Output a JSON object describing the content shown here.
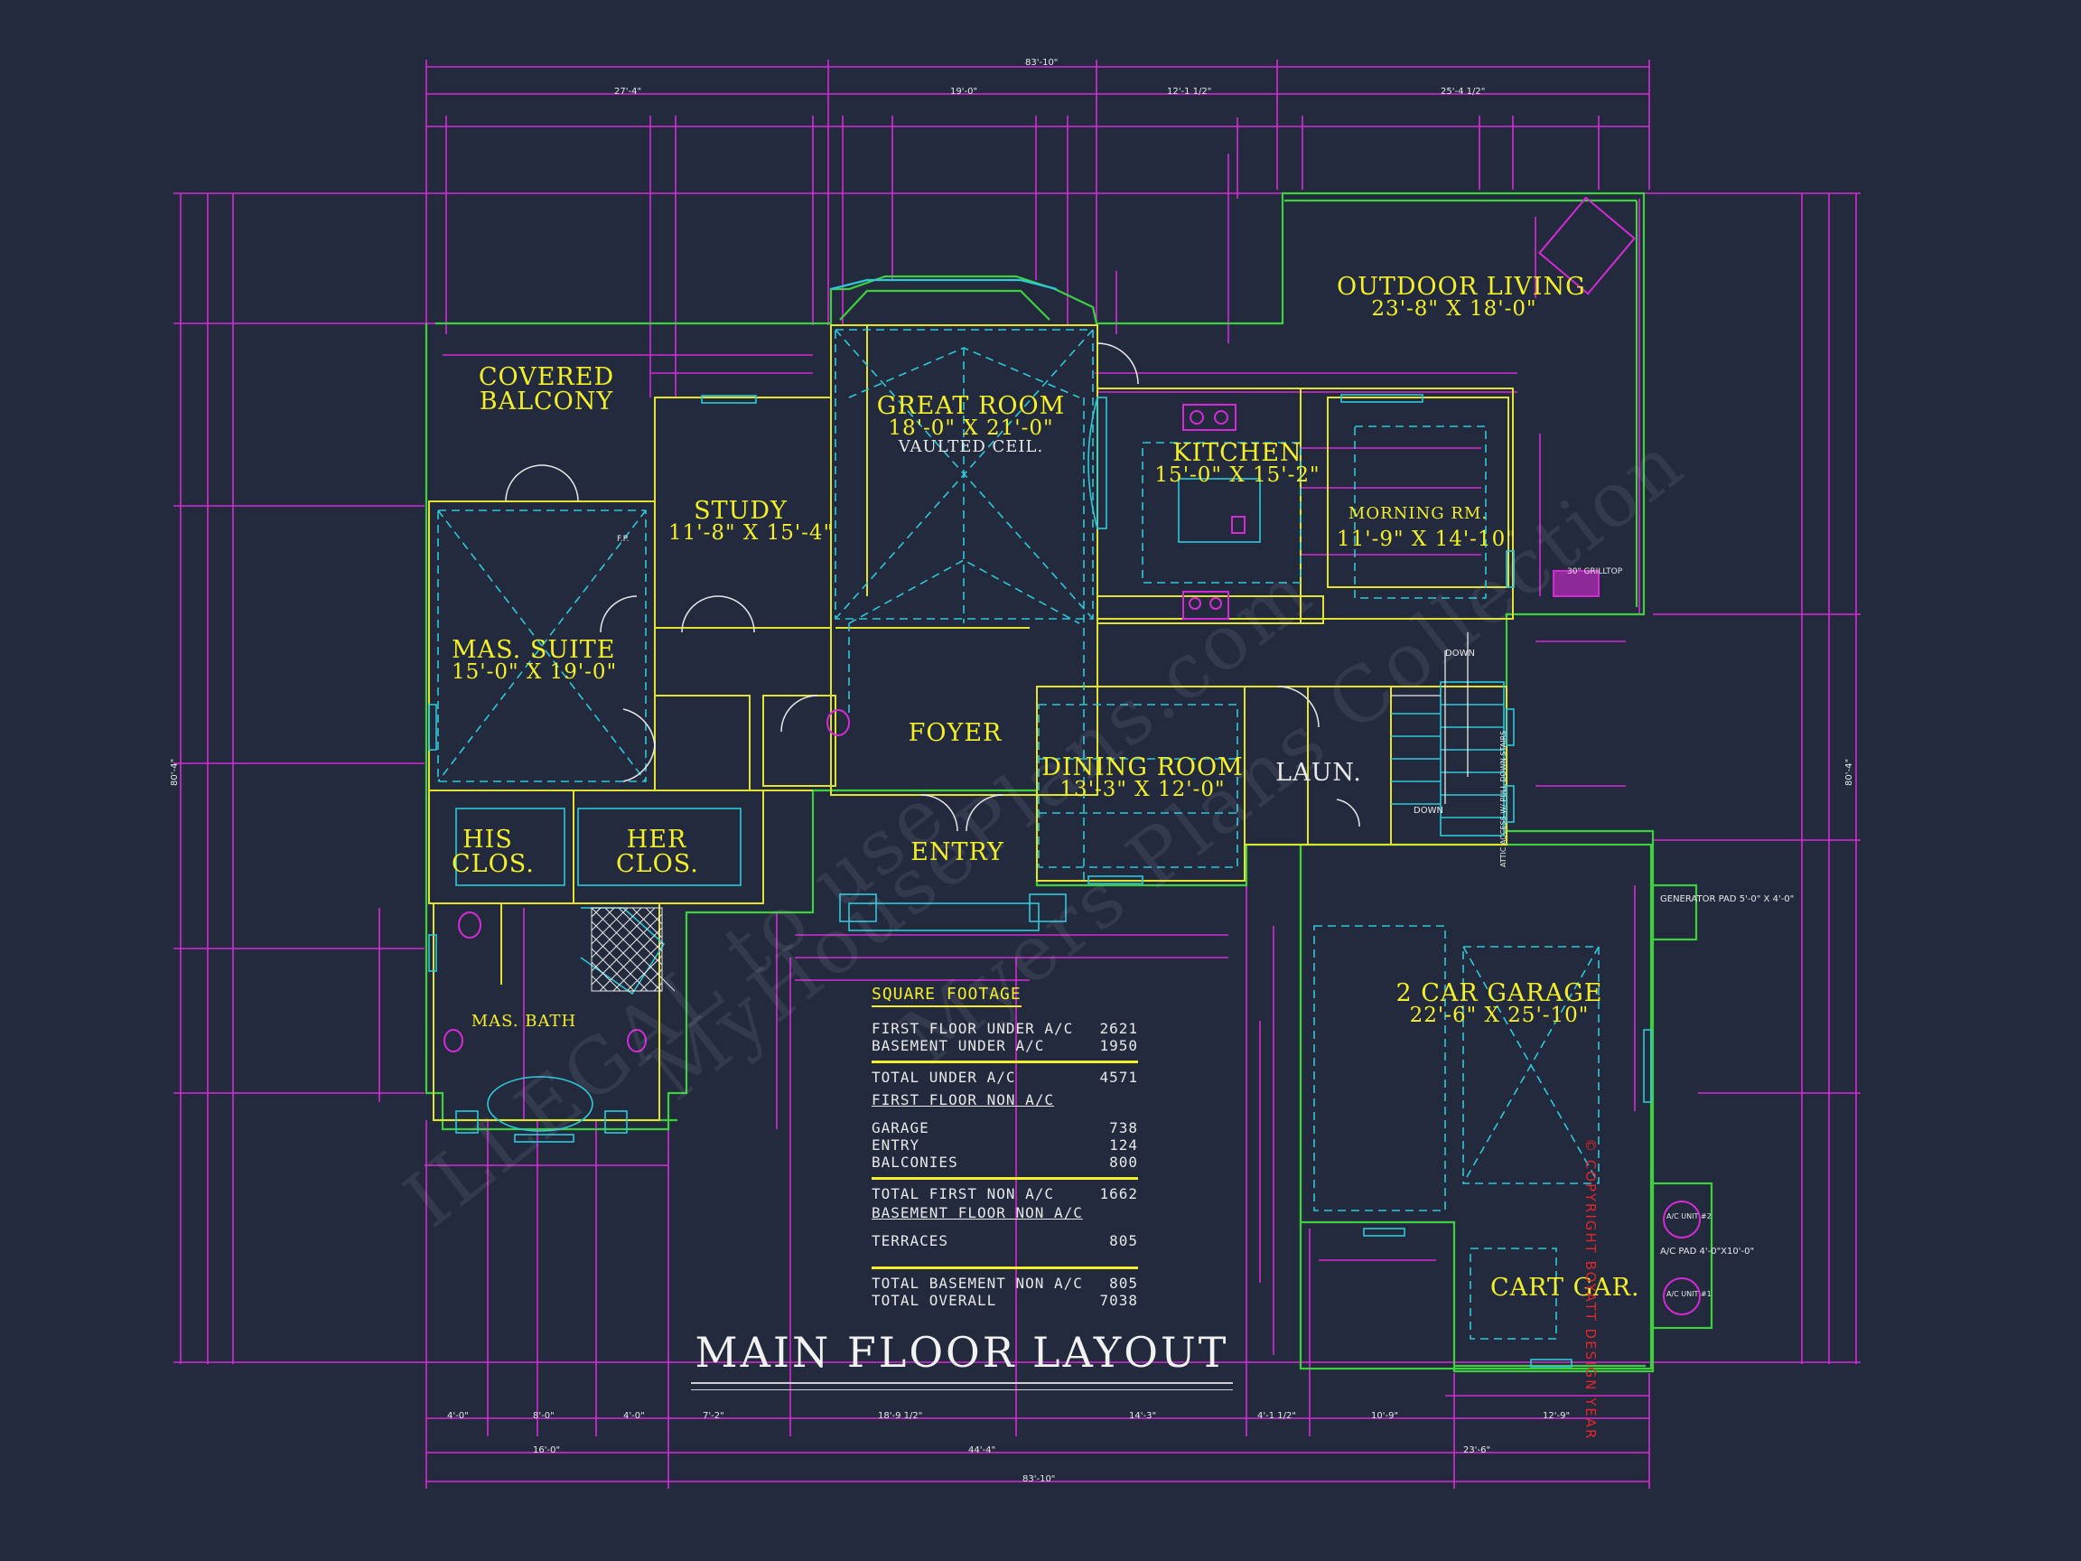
{
  "title": "MAIN FLOOR LAYOUT",
  "rooms": {
    "outdoor_living": {
      "name": "OUTDOOR LIVING",
      "dims": "23'-8\" X 18'-0\""
    },
    "covered_balcony": {
      "name_line1": "COVERED",
      "name_line2": "BALCONY"
    },
    "great_room": {
      "name": "GREAT ROOM",
      "dims": "18'-0\" X 21'-0\"",
      "note": "VAULTED CEIL."
    },
    "kitchen": {
      "name": "KITCHEN",
      "dims": "15'-0\" X 15'-2\""
    },
    "morning_rm": {
      "name": "MORNING RM.",
      "dims": "11'-9\" X 14'-10\""
    },
    "study": {
      "name": "STUDY",
      "dims": "11'-8\" X 15'-4\""
    },
    "mas_suite": {
      "name": "MAS. SUITE",
      "dims": "15'-0\" X 19'-0\""
    },
    "foyer": {
      "name": "FOYER"
    },
    "dining_room": {
      "name": "DINING ROOM",
      "dims": "13'-3\" X 12'-0\""
    },
    "laun": {
      "name": "LAUN."
    },
    "his_clos": {
      "name_line1": "HIS",
      "name_line2": "CLOS."
    },
    "her_clos": {
      "name_line1": "HER",
      "name_line2": "CLOS."
    },
    "entry": {
      "name": "ENTRY"
    },
    "mas_bath": {
      "name": "MAS. BATH"
    },
    "garage": {
      "name": "2 CAR GARAGE",
      "dims": "22'-6\" X 25'-10\""
    },
    "cart_gar": {
      "name": "CART GAR."
    }
  },
  "square_footage": {
    "heading": "SQUARE FOOTAGE",
    "under_ac": [
      {
        "label": "FIRST FLOOR UNDER A/C",
        "value": "2621"
      },
      {
        "label": "BASEMENT UNDER A/C",
        "value": "1950"
      }
    ],
    "total_under_ac": {
      "label": "TOTAL UNDER A/C",
      "value": "4571"
    },
    "first_floor_non_ac_heading": "FIRST FLOOR NON A/C",
    "first_floor_non_ac": [
      {
        "label": "GARAGE",
        "value": "738"
      },
      {
        "label": "ENTRY",
        "value": "124"
      },
      {
        "label": "BALCONIES",
        "value": "800"
      }
    ],
    "total_first_non_ac": {
      "label": "TOTAL FIRST NON A/C",
      "value": "1662"
    },
    "basement_non_ac_heading": "BASEMENT FLOOR NON A/C",
    "basement_non_ac": [
      {
        "label": "TERRACES",
        "value": "805"
      }
    ],
    "total_basement_non_ac": {
      "label": "TOTAL BASEMENT NON A/C",
      "value": "805"
    },
    "total_overall": {
      "label": "TOTAL OVERALL",
      "value": "7038"
    }
  },
  "copyright": "© COPYRIGHT BOYATT DESIGN YEAR",
  "watermarks": [
    "ILLEGAL to use",
    "MyHousePlans.com",
    "Myers Plans Collection"
  ],
  "dimensions": {
    "overall_width": "83'-10\"",
    "overall_depth": "80'-4\"",
    "top_segments": [
      "27'-4\"",
      "19'-0\"",
      "12'-1 1/2\"",
      "25'-4 1/2\""
    ],
    "bottom_segments": [
      "16'-0\"",
      "44'-4\"",
      "23'-6\""
    ],
    "bottom_detail": [
      "4'-0\"",
      "8'-0\"",
      "4'-0\"",
      "7'-2\"",
      "18'-9 1/2\"",
      "14'-3\"",
      "4'-1 1/2\"",
      "10'-9\"",
      "12'-9\""
    ]
  },
  "labels": {
    "generator": "GENERATOR PAD 5'-0\" X 4'-0\"",
    "ac_pad": "A/C PAD 4'-0\"X10'-0\"",
    "ac_unit_1": "A/C UNIT #1",
    "ac_unit_2": "A/C UNIT #2",
    "down_1": "DOWN",
    "down_2": "DOWN",
    "attic": "ATTIC ACCESS W/ PULL DOWN STAIRS",
    "grill": "30\" GRILLTOP",
    "fp": "F.P."
  },
  "colors": {
    "background": "#232a3d",
    "dimension_lines": "#d52bd5",
    "walls_outer": "#3fd03f",
    "walls_inner": "#e2e230",
    "fixtures": "#2fc8d8",
    "room_text": "#f3ef28",
    "copyright": "#e0262c"
  }
}
